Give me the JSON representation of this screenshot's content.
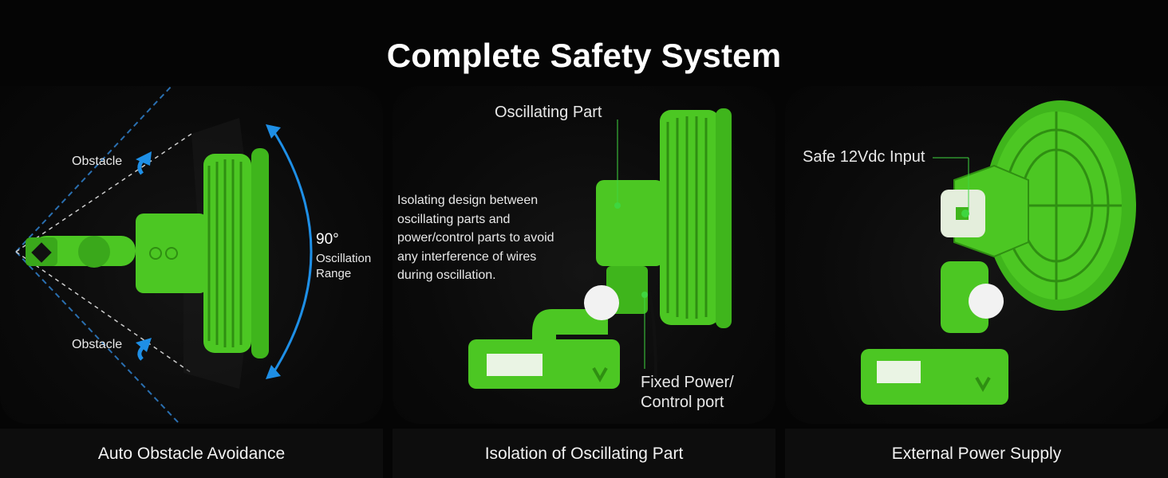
{
  "title": "Complete Safety System",
  "panels": [
    {
      "caption": "Auto Obstacle Avoidance",
      "labels": {
        "obstacle_top": "Obstacle",
        "obstacle_bottom": "Obstacle",
        "angle": "90°",
        "range_1": "Oscillation",
        "range_2": "Range"
      }
    },
    {
      "caption": "Isolation of Oscillating Part",
      "labels": {
        "oscillating_part": "Oscillating Part",
        "description": [
          "Isolating design between",
          "oscillating parts and",
          "power/control parts to avoid",
          "any interference of wires",
          "during oscillation."
        ],
        "fixed_port_1": "Fixed Power/",
        "fixed_port_2": "Control port"
      }
    },
    {
      "caption": "External Power Supply",
      "labels": {
        "input": "Safe 12Vdc Input"
      }
    }
  ],
  "colors": {
    "fan_green": "#4cc723",
    "fan_dark_green": "#2f8f12",
    "arrow_blue": "#1e8fe6",
    "background": "#050505"
  }
}
